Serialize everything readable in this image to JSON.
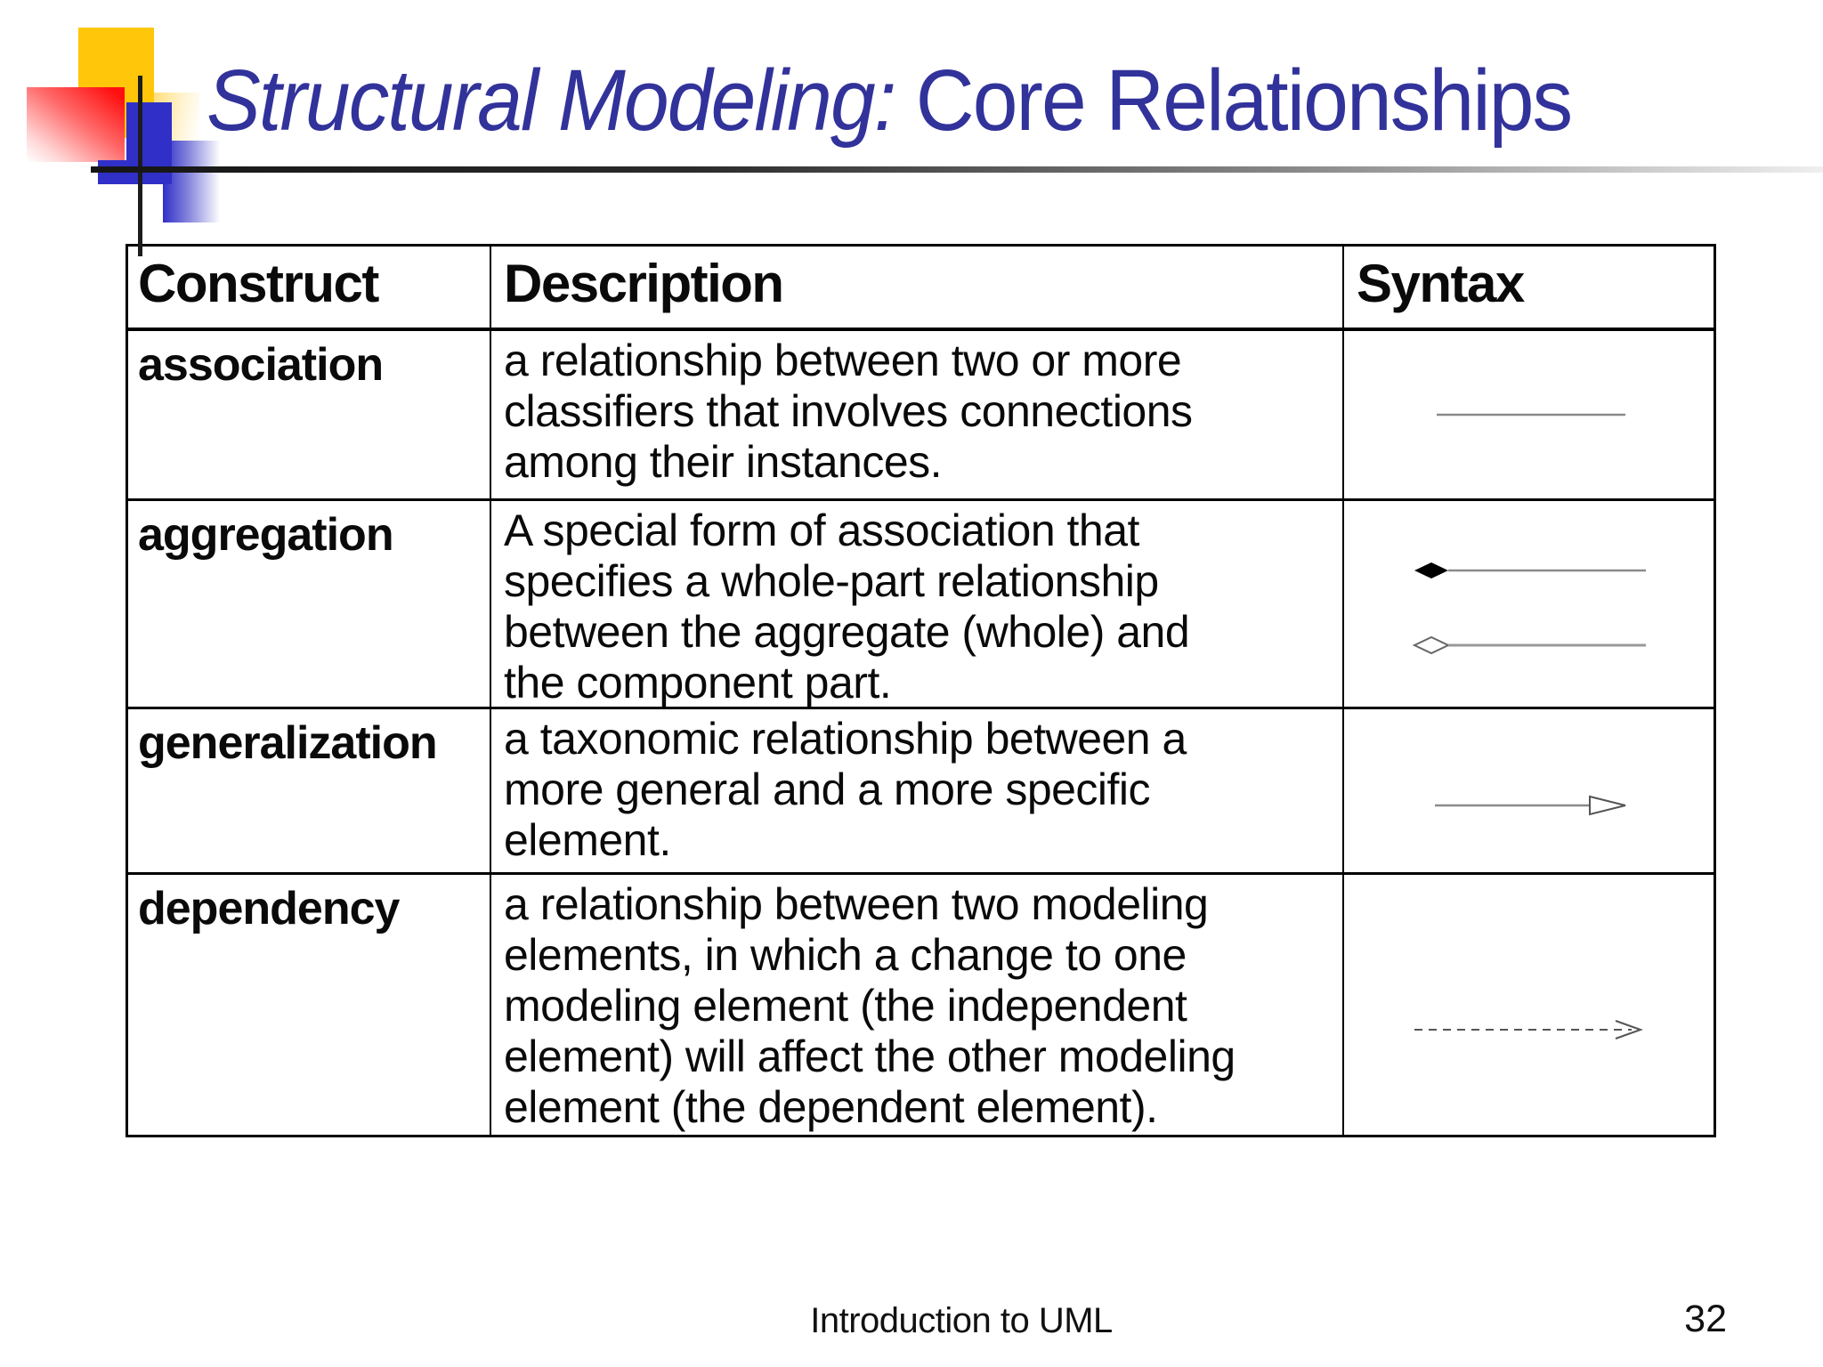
{
  "slide": {
    "title_italic": "Structural Modeling:",
    "title_regular": " Core Relationships",
    "footer": "Introduction to UML",
    "page_number": "32",
    "colors": {
      "title_blue": "#32329B",
      "accent_yellow": "#FFC60A",
      "accent_red": "#FF0F0F",
      "accent_blue": "#3030C8",
      "table_border": "#000000",
      "syntax_line_gray": "#8A8A8A"
    }
  },
  "table": {
    "headers": [
      "Construct",
      "Description",
      "Syntax"
    ],
    "rows": [
      {
        "construct": "association",
        "description": "a relationship between two or more\nclassifiers that involves connections\namong their instances.",
        "syntax_symbol": "plain-line"
      },
      {
        "construct": "aggregation",
        "description": "A special form of association that\nspecifies a whole-part relationship\nbetween the aggregate (whole) and\nthe component part.",
        "syntax_symbol": "filled-diamond-line, open-diamond-line"
      },
      {
        "construct": "generalization",
        "description": "a taxonomic relationship between a\nmore general and a more specific\nelement.",
        "syntax_symbol": "open-triangle-arrow-line"
      },
      {
        "construct": "dependency",
        "description": "a relationship between two modeling\nelements, in which a change to one\nmodeling element (the independent\nelement) will affect the other modeling\nelement (the dependent element).",
        "syntax_symbol": "dashed-open-arrow-line"
      }
    ]
  }
}
